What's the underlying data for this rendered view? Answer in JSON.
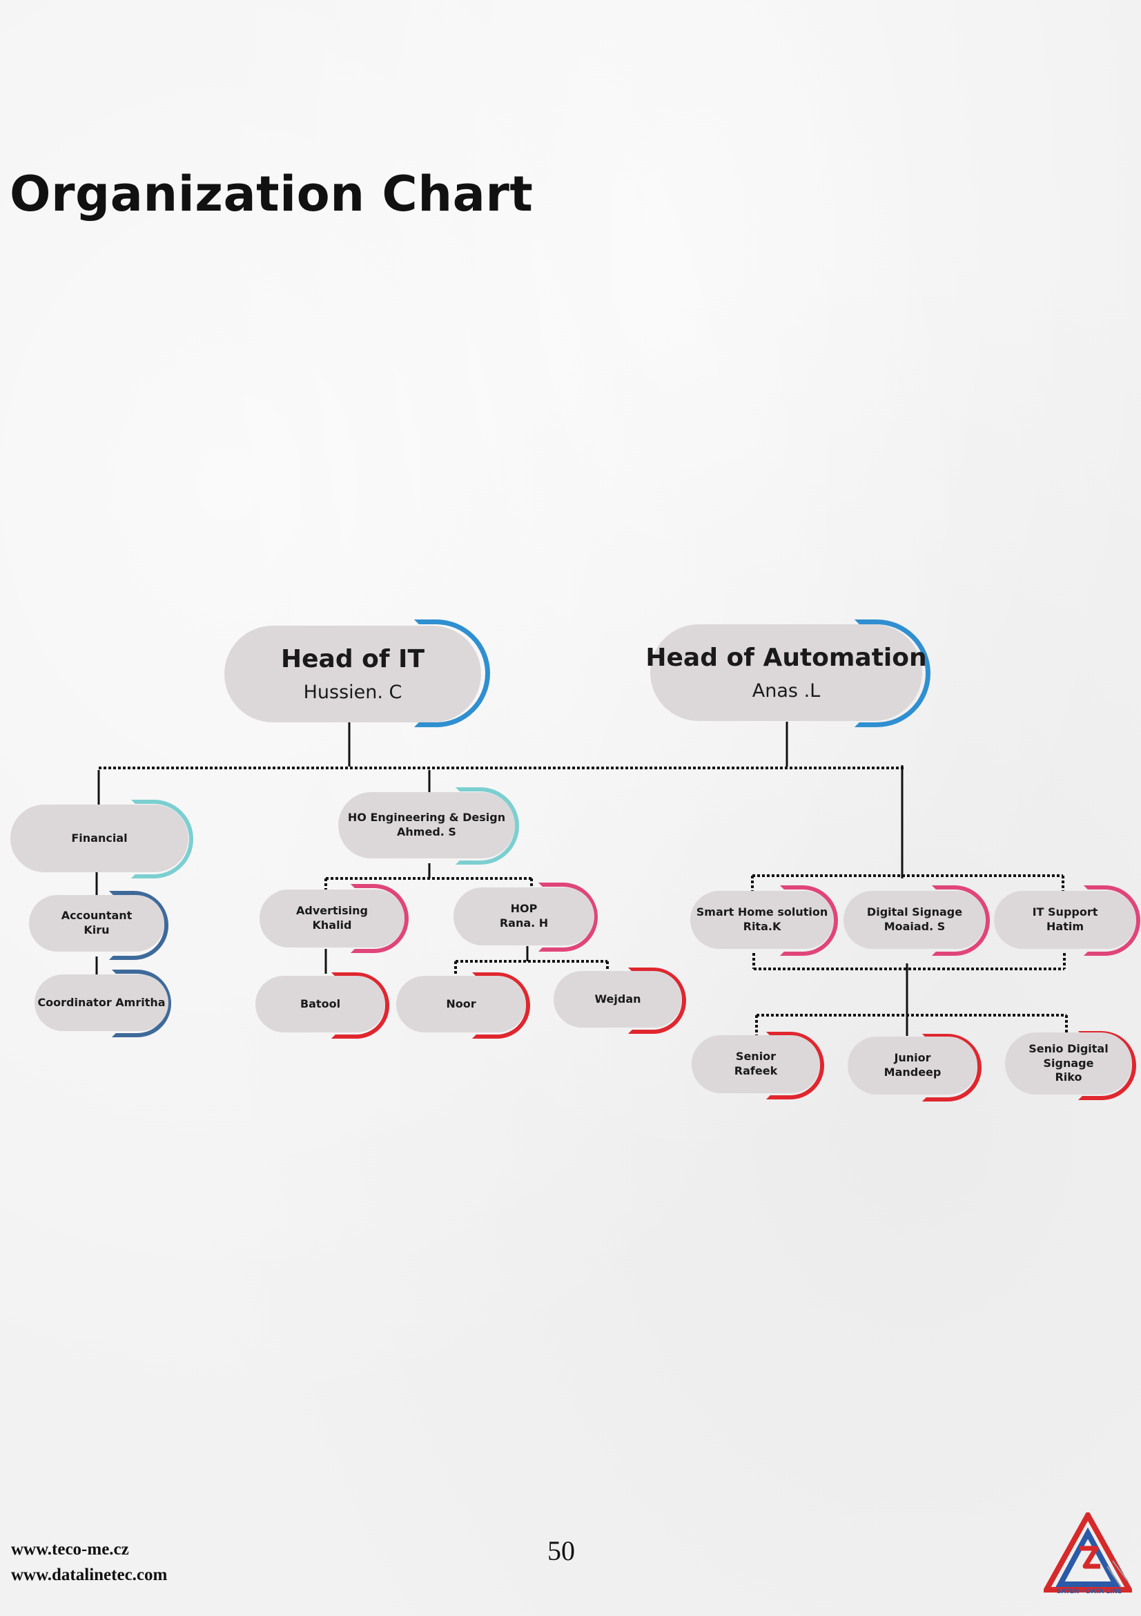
{
  "page": {
    "title": "Organization Chart",
    "page_number": "50",
    "website_1": "www.teco-me.cz",
    "website_2": "www.datalinetec.com",
    "logo_text": "SATEN · DATA LINE"
  },
  "colors": {
    "blue": "#2f8fd0",
    "teal": "#7ccfd0",
    "steel": "#3e6a9a",
    "pink": "#e0457a",
    "red": "#e0262e",
    "node_fill": "#dcd8da"
  },
  "nodes": {
    "head_it": {
      "role": "Head of IT",
      "name": "Hussien. C"
    },
    "head_automation": {
      "role": "Head of Automation",
      "name": "Anas .L"
    },
    "financial": {
      "role": "Financial",
      "name": ""
    },
    "accountant": {
      "role": "Accountant",
      "name": "Kiru"
    },
    "coordinator": {
      "role": "Coordinator Amritha",
      "name": ""
    },
    "ho_engineering": {
      "role": "HO Engineering & Design",
      "name": "Ahmed. S"
    },
    "advertising": {
      "role": "Advertising",
      "name": "Khalid"
    },
    "hop": {
      "role": "HOP",
      "name": "Rana. H"
    },
    "batool": {
      "role": "Batool",
      "name": ""
    },
    "noor": {
      "role": "Noor",
      "name": ""
    },
    "wejdan": {
      "role": "Wejdan",
      "name": ""
    },
    "smart_home": {
      "role": "Smart Home solution",
      "name": "Rita.K"
    },
    "digital_signage": {
      "role": "Digital Signage",
      "name": "Moaiad. S"
    },
    "it_support": {
      "role": "IT Support",
      "name": "Hatim"
    },
    "senior": {
      "role": "Senior",
      "name": "Rafeek"
    },
    "junior": {
      "role": "Junior",
      "name": "Mandeep"
    },
    "senior_digital": {
      "role": "Senio Digital Signage",
      "name": "Riko"
    }
  }
}
